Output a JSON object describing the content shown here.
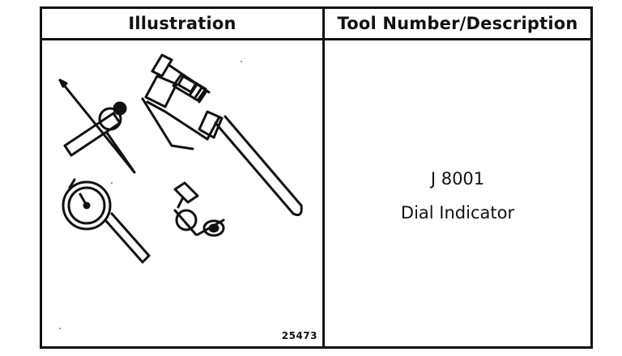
{
  "table": {
    "headers": {
      "illustration": "Illustration",
      "tool": "Tool Number/Description"
    },
    "row": {
      "figure_number": "25473",
      "tool_number": "J 8001",
      "tool_description": "Dial Indicator"
    }
  },
  "icons": [
    "tee-handle-holder-icon",
    "dial-indicator-icon",
    "clamp-bracket-icon",
    "swivel-clamp-icon"
  ],
  "colors": {
    "line": "#111111",
    "background": "#ffffff"
  }
}
